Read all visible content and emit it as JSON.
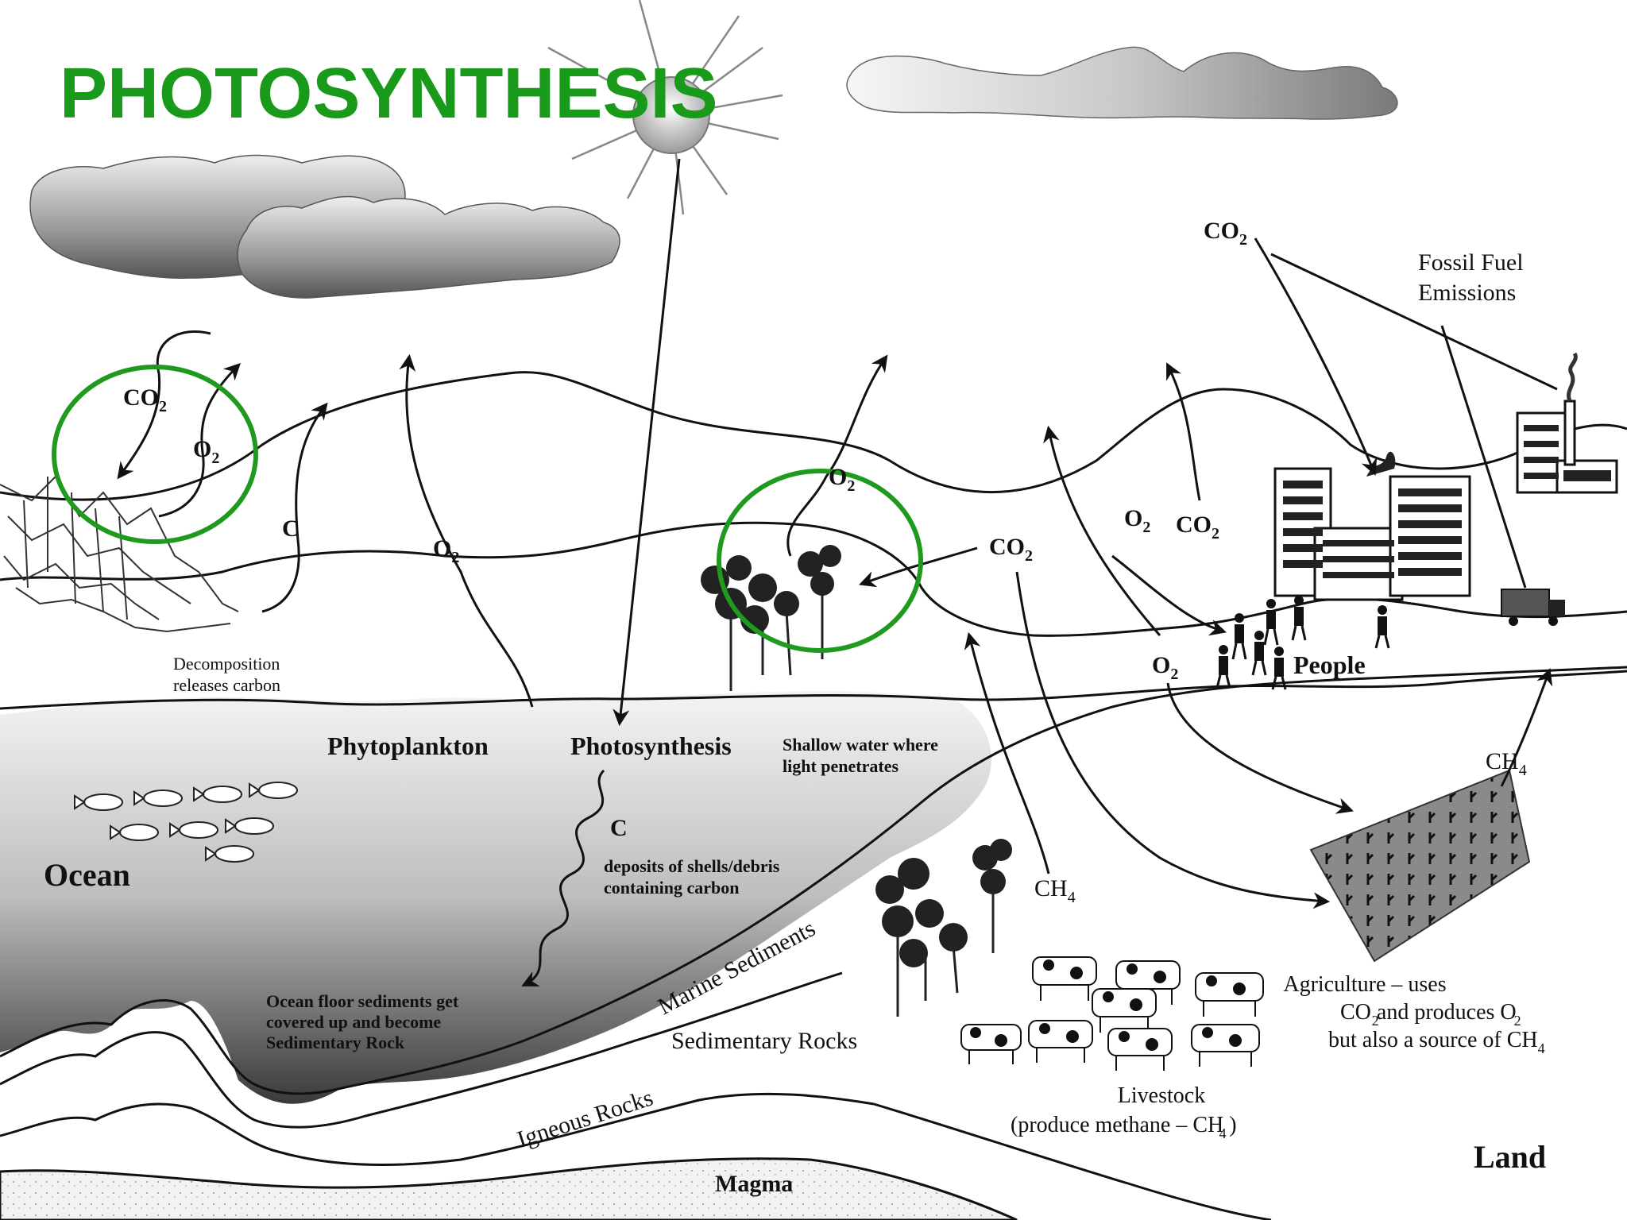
{
  "title": "PHOTOSYNTHESIS",
  "colors": {
    "title": "#1a9a1a",
    "highlight_circle": "#1f9a1f",
    "ink": "#111111"
  },
  "labels": {
    "co2_left": "CO",
    "o2_left": "O",
    "c_left": "C",
    "o2_mid": "O",
    "o2_trees": "O",
    "co2_trees": "CO",
    "co2_top": "CO",
    "o2_people": "O",
    "co2_people": "CO",
    "o2_lower": "O",
    "fossil_fuel_1": "Fossil Fuel",
    "fossil_fuel_2": "Emissions",
    "people": "People",
    "decomposition_1": "Decomposition",
    "decomposition_2": "releases carbon",
    "phytoplankton": "Phytoplankton",
    "photosynthesis": "Photosynthesis",
    "shallow_1": "Shallow water where",
    "shallow_2": "light penetrates",
    "c_deposit": "C",
    "deposits_1": "deposits of shells/debris",
    "deposits_2": "containing carbon",
    "ocean": "Ocean",
    "ocean_floor_1": "Ocean floor sediments get",
    "ocean_floor_2": "covered up and become",
    "ocean_floor_3": "Sedimentary Rock",
    "marine_sediments": "Marine Sediments",
    "sedimentary_rocks": "Sedimentary Rocks",
    "igneous_rocks": "Igneous Rocks",
    "magma": "Magma",
    "ch4_right": "CH",
    "ch4_mid": "CH",
    "agriculture_1": "Agriculture – uses",
    "agriculture_2": "CO  and produces O",
    "agriculture_3": "but also a source of CH",
    "livestock_1": "Livestock",
    "livestock_2": "(produce methane – CH )",
    "land": "Land",
    "sub_2": "2",
    "sub_4": "4"
  }
}
